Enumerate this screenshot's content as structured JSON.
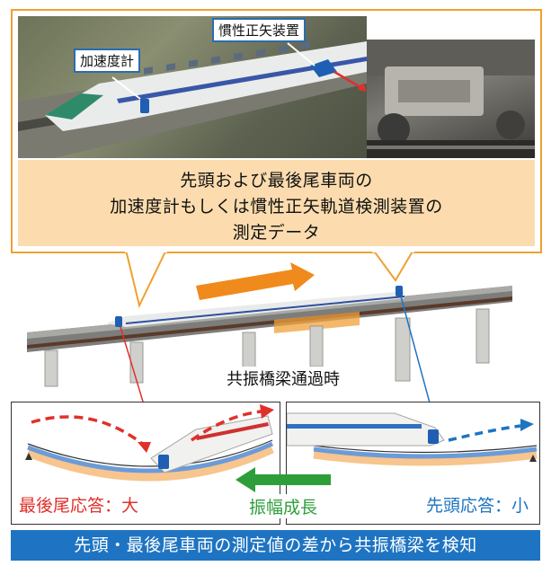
{
  "top": {
    "label_accelerometer": "加速度計",
    "label_inertial": "慣性正矢装置",
    "caption_lines": [
      "先頭および最後尾車両の",
      "加速度計もしくは慣性正矢軌道検測装置の",
      "測定データ"
    ]
  },
  "middle": {
    "resonance_label": "共振橋梁通過時"
  },
  "bottom": {
    "left_response": "最後尾応答：大",
    "right_response": "先頭応答：小",
    "growth_label": "振幅成長",
    "summary": "先頭・最後尾車両の測定値の差から共振橋梁を検知"
  },
  "colors": {
    "orange": "#f0a030",
    "caption_fill": "#fcdcae",
    "blue": "#1e74c2",
    "red": "#e0302a",
    "green": "#2e9e3a"
  }
}
